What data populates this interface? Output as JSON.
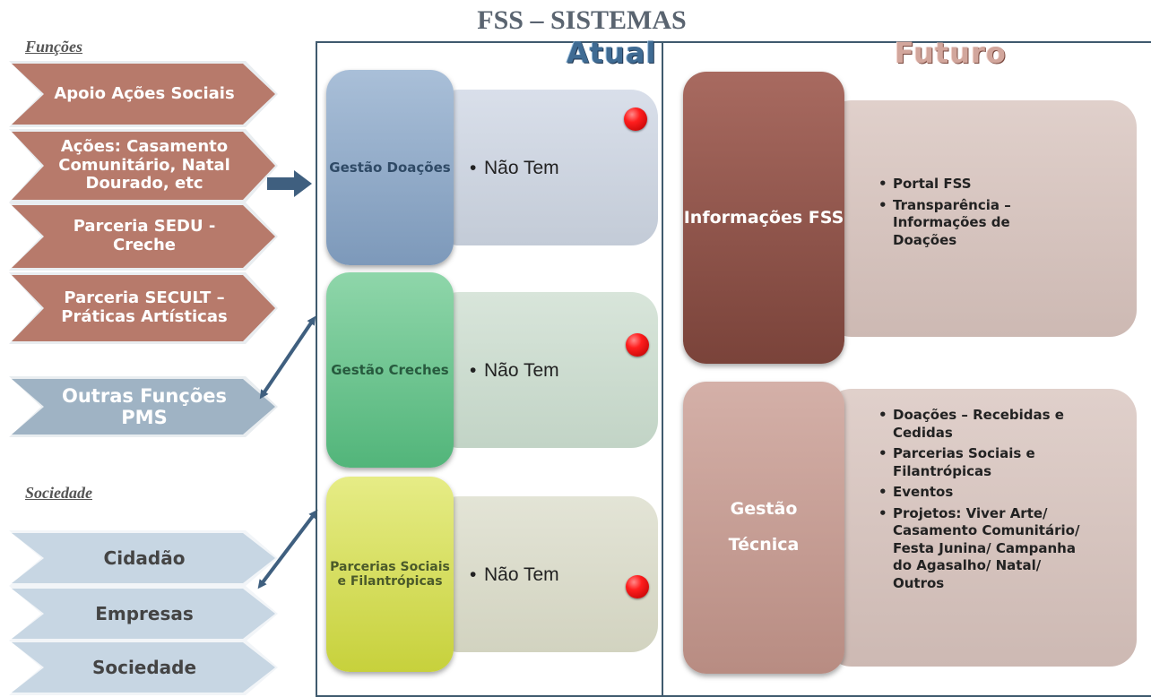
{
  "title": "FSS – SISTEMAS",
  "funcoes": {
    "label": "Funções",
    "items": [
      "Apoio Ações Sociais",
      "Ações: Casamento Comunitário, Natal Dourado, etc",
      "Parceria SEDU - Creche",
      "Parceria SECULT – Práticas Artísticas"
    ],
    "outras": "Outras Funções PMS"
  },
  "sociedade": {
    "label": "Sociedade",
    "items": [
      "Cidadão",
      "Empresas",
      "Sociedade"
    ]
  },
  "atual": {
    "label": "Atual",
    "systems": [
      {
        "name": "Gestão Doações",
        "status": "Não Tem"
      },
      {
        "name": "Gestão Creches",
        "status": "Não Tem"
      },
      {
        "name": "Parcerias Sociais e Filantrópicas",
        "status": "Não Tem"
      }
    ]
  },
  "futuro": {
    "label": "Futuro",
    "groups": [
      {
        "name": "Informações FSS",
        "bullets": [
          "Portal FSS",
          "Transparência – Informações de Doações"
        ]
      },
      {
        "name": "Gestão Técnica",
        "bullets": [
          "Doações – Recebidas e Cedidas",
          "Parcerias Sociais e Filantrópicas",
          "Eventos",
          "Projetos: Viver Arte/ Casamento Comunitário/ Festa Junina/ Campanha do Agasalho/ Natal/ Outros"
        ]
      }
    ]
  },
  "colors": {
    "func_chevron": "#b77a6b",
    "outras_chevron": "#9fb3c4",
    "soc_chevron": "#c7d6e3",
    "panel_border": "#3f5a6e",
    "atual_header": "#3f6b93",
    "futuro_header": "#d2a69c",
    "doacoes": "#8ea8c6",
    "creches": "#69c48e",
    "parcerias": "#d8e05a",
    "informacoes": "#8c5148",
    "gestao_tecnica": "#c7a39a",
    "red_dot": "#ee1111"
  }
}
